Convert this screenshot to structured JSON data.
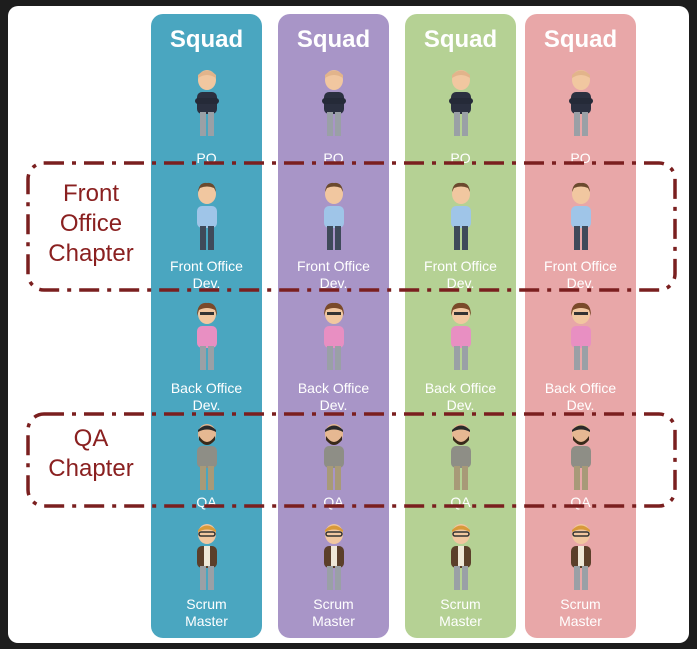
{
  "squads": [
    {
      "title": "Squad",
      "color": "#4aa6c0"
    },
    {
      "title": "Squad",
      "color": "#a895c7"
    },
    {
      "title": "Squad",
      "color": "#b5d194"
    },
    {
      "title": "Squad",
      "color": "#e8a7a8"
    }
  ],
  "roles": {
    "po": {
      "label": "PO",
      "icon": "person-po-icon"
    },
    "front_office": {
      "label_line1": "Front Office",
      "label_line2": "Dev.",
      "icon": "person-front-office-icon"
    },
    "back_office": {
      "label_line1": "Back Office",
      "label_line2": "Dev.",
      "icon": "person-back-office-icon"
    },
    "qa": {
      "label": "QA",
      "icon": "person-qa-icon"
    },
    "scrum_master": {
      "label_line1": "Scrum",
      "label_line2": "Master",
      "icon": "person-scrum-master-icon"
    }
  },
  "chapters": {
    "front_office": {
      "line1": "Front",
      "line2": "Office",
      "line3": "Chapter",
      "border_color": "#7a1f1f"
    },
    "qa": {
      "line1": "QA",
      "line2": "Chapter",
      "border_color": "#7a1f1f"
    }
  }
}
